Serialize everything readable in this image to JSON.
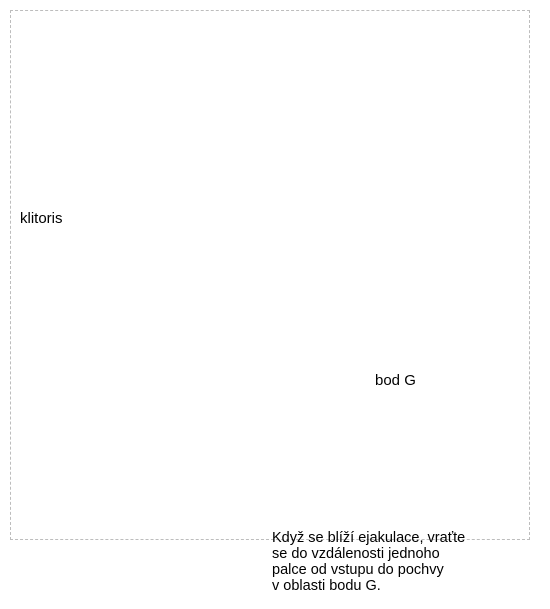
{
  "labels": {
    "upper": "klitoris",
    "lower": "bod G"
  },
  "caption": {
    "lines": [
      "Když se blíží ejakulace, vraťte",
      "se do vzdálenosti jednoho",
      "palce od vstupu do pochvy",
      "v oblasti bodu G."
    ]
  }
}
